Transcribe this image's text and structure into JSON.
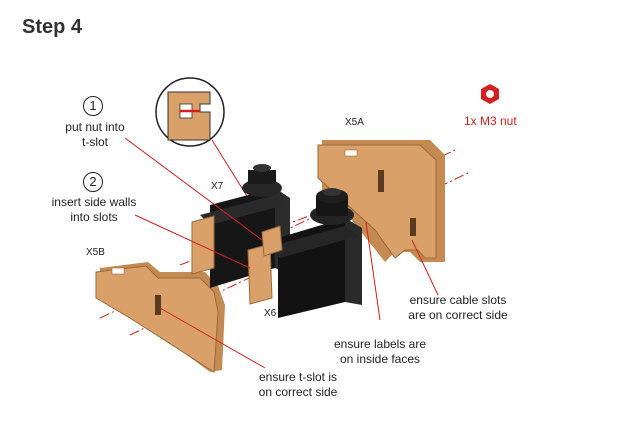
{
  "title": "Step 4",
  "steps": [
    {
      "number": "1",
      "text_line1": "put nut into",
      "text_line2": "t-slot"
    },
    {
      "number": "2",
      "text_line1": "insert side walls",
      "text_line2": "into slots"
    }
  ],
  "parts": {
    "x5a": "X5A",
    "x5b": "X5B",
    "x6": "X6",
    "x7": "X7"
  },
  "hardware": {
    "label": "1x M3 nut",
    "color": "#d62020",
    "icon": "hex-nut-icon"
  },
  "notes": {
    "cable_slots_line1": "ensure cable slots",
    "cable_slots_line2": "are on correct side",
    "labels_line1": "ensure labels are",
    "labels_line2": "on inside faces",
    "tslot_line1": "ensure t-slot is",
    "tslot_line2": "on correct side"
  },
  "colors": {
    "wood": "#d9a06a",
    "wood_edge": "#b57a45",
    "servo": "#1a1a1a",
    "guide": "#d62020"
  }
}
